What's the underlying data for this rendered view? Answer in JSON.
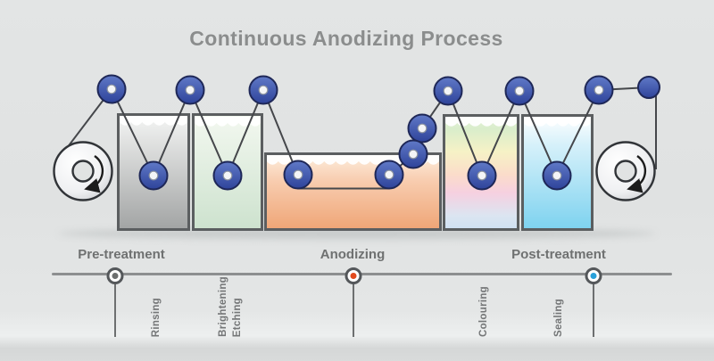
{
  "title": "Continuous Anodizing Process",
  "colors": {
    "background": "#e1e3e3",
    "title_text": "#8b8d8d",
    "label_text": "#6f7171",
    "timeline_line": "#8d8f90",
    "strip_line": "#45474b",
    "roller_blue": "#3c54a4",
    "roller_border": "#1e2757",
    "tank_border": "#5b5e60"
  },
  "machine": {
    "uncoiler": {
      "name": "uncoiler-reel",
      "rotation": "clockwise"
    },
    "recoiler": {
      "name": "recoiler-reel",
      "rotation": "clockwise"
    },
    "tanks": [
      {
        "id": "rinsing-tank",
        "liquid_colors": [
          "#f4f5f4",
          "#a2a4a4"
        ]
      },
      {
        "id": "etching-tank",
        "liquid_colors": [
          "#f3f8f0",
          "#cde2ce"
        ]
      },
      {
        "id": "anodizing-tank",
        "liquid_colors": [
          "#fdeede",
          "#f8cdb0",
          "#efa576"
        ]
      },
      {
        "id": "colouring-tank",
        "liquid_colors": [
          "#d9edcb",
          "#f6f2c6",
          "#fbdcca",
          "#f6d0e0",
          "#cfe0f2"
        ]
      },
      {
        "id": "sealing-tank",
        "liquid_colors": [
          "#ffffff",
          "#7dd2ef"
        ]
      }
    ]
  },
  "timeline": {
    "stages": [
      {
        "label": "Pre-treatment",
        "dot_color": "#6c6e6e"
      },
      {
        "label": "Anodizing",
        "dot_color": "#e2491c"
      },
      {
        "label": "Post-treatment",
        "dot_color": "#28a0da"
      }
    ],
    "steps": [
      {
        "label": "Rinsing"
      },
      {
        "label": "Brightening"
      },
      {
        "label": "Etching"
      },
      {
        "label": "Colouring"
      },
      {
        "label": "Sealing"
      }
    ]
  }
}
